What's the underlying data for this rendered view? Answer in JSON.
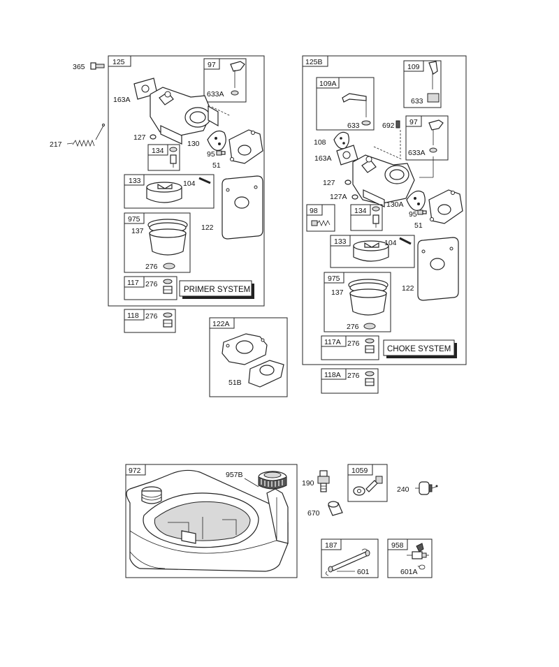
{
  "primer_group": {
    "box_id": "125",
    "outside": {
      "bolt": "365",
      "spring": "217"
    },
    "labels": {
      "p97": "97",
      "p633a": "633A",
      "p163a": "163A",
      "p127": "127",
      "p130": "130",
      "p134": "134",
      "p95": "95",
      "p51": "51",
      "p133": "133",
      "p104": "104",
      "p975": "975",
      "p137": "137",
      "p276a": "276",
      "p122": "122",
      "p117": "117",
      "p276b": "276"
    },
    "system_label": "PRIMER SYSTEM"
  },
  "kit_118": {
    "box_id": "118",
    "part": "276"
  },
  "kit_122a": {
    "box_id": "122A",
    "part": "51B"
  },
  "choke_group": {
    "box_id": "125B",
    "labels": {
      "p109": "109",
      "p633": "633",
      "p109a": "109A",
      "p633b": "633",
      "p692": "692",
      "p108": "108",
      "p97": "97",
      "p633a": "633A",
      "p163a": "163A",
      "p127": "127",
      "p127a": "127A",
      "p130a": "130A",
      "p95": "95",
      "p51": "51",
      "p98": "98",
      "p134": "134",
      "p133": "133",
      "p104": "104",
      "p975": "975",
      "p137": "137",
      "p122": "122",
      "p276": "276",
      "p117a": "117A",
      "p276b": "276"
    },
    "system_label": "CHOKE SYSTEM"
  },
  "kit_118a": {
    "box_id": "118A",
    "part": "276"
  },
  "tank_group": {
    "box_id": "972",
    "cap": "957B"
  },
  "misc": {
    "p190": "190",
    "p1059": "1059",
    "p240": "240",
    "p670": "670",
    "p187": "187",
    "p601": "601",
    "p958": "958",
    "p601a": "601A"
  }
}
